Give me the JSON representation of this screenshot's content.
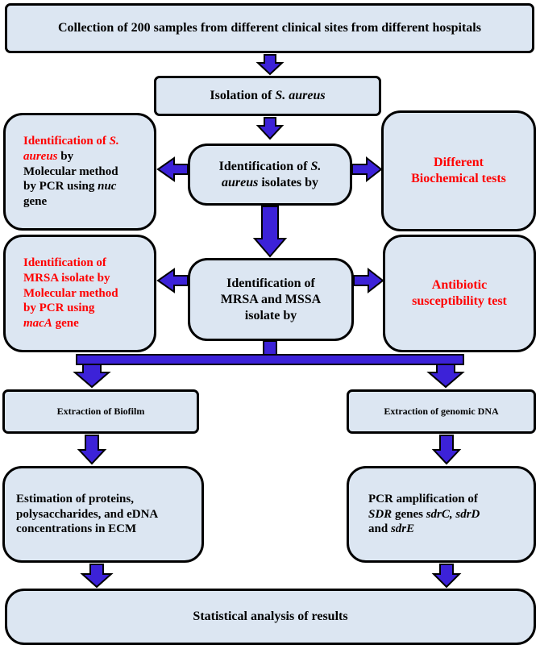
{
  "nodes": {
    "collection": "Collection of 200 samples from different clinical sites from different hospitals",
    "isolation": {
      "prefix": "Isolation of ",
      "species": "S. aureus"
    },
    "id_isolates": {
      "line1_prefix": "Identification of ",
      "line1_italic": "S.",
      "line2_italic": "aureus",
      "line2_suffix": " isolates by"
    },
    "molecular_nuc": {
      "l1_prefix": "Identification of ",
      "l1_italic": "S.",
      "l2_italic": "aureus",
      "l2_suffix": " by",
      "l3": "Molecular method",
      "l4_prefix": "by PCR using ",
      "l4_italic": "nuc",
      "l5": "gene"
    },
    "biochemical": {
      "l1": "Different",
      "l2": "Biochemical tests"
    },
    "id_mrsa_mssa": {
      "l1": "Identification of",
      "l2": "MRSA and MSSA",
      "l3": "isolate by"
    },
    "molecular_mec": {
      "l1": "Identification of",
      "l2": "MRSA isolate by",
      "l3": "Molecular method",
      "l4": "by PCR using",
      "l5_italic": "macA",
      "l5_suffix": " gene"
    },
    "antibiotic": {
      "l1": "Antibiotic",
      "l2": "susceptibility test"
    },
    "biofilm": "Extraction of Biofilm",
    "genomic": "Extraction of genomic DNA",
    "estimation": {
      "l1": "Estimation of proteins,",
      "l2": "polysaccharides, and eDNA",
      "l3": "concentrations in ECM"
    },
    "pcr_sdr": {
      "l1": "PCR amplification of",
      "l2_italic1": "SDR",
      "l2_mid": " genes ",
      "l2_italic2": "sdrC, sdrD",
      "l3_prefix": "and ",
      "l3_italic": "sdrE"
    },
    "statistical": "Statistical analysis of results"
  },
  "colors": {
    "box_fill": "#dce6f2",
    "arrow_fill": "#3c22d8",
    "red_text": "#ff0000"
  }
}
